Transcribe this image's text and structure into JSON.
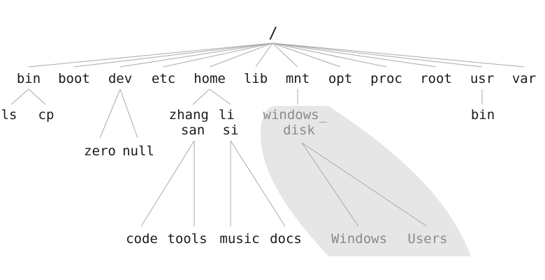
{
  "tree": {
    "root": {
      "label": "/"
    },
    "top_level": [
      {
        "key": "bin",
        "label": "bin"
      },
      {
        "key": "boot",
        "label": "boot"
      },
      {
        "key": "dev",
        "label": "dev"
      },
      {
        "key": "etc",
        "label": "etc"
      },
      {
        "key": "home",
        "label": "home"
      },
      {
        "key": "lib",
        "label": "lib"
      },
      {
        "key": "mnt",
        "label": "mnt"
      },
      {
        "key": "opt",
        "label": "opt"
      },
      {
        "key": "proc",
        "label": "proc"
      },
      {
        "key": "root",
        "label": "root"
      },
      {
        "key": "usr",
        "label": "usr"
      },
      {
        "key": "var",
        "label": "var"
      }
    ],
    "bin_children": [
      {
        "key": "ls",
        "label": "ls"
      },
      {
        "key": "cp",
        "label": "cp"
      }
    ],
    "dev_children": [
      {
        "key": "zero",
        "label": "zero"
      },
      {
        "key": "null",
        "label": "null"
      }
    ],
    "home_children": [
      {
        "key": "zhang_san",
        "lines": [
          "zhang",
          "san"
        ]
      },
      {
        "key": "li_si",
        "lines": [
          "li",
          "si"
        ]
      }
    ],
    "mnt_children": [
      {
        "key": "windows_disk",
        "lines": [
          "windows_",
          "disk"
        ]
      }
    ],
    "usr_children": [
      {
        "key": "usr_bin",
        "label": "bin"
      }
    ],
    "zhang_san_children": [
      {
        "key": "code",
        "label": "code"
      },
      {
        "key": "tools",
        "label": "tools"
      }
    ],
    "li_si_children": [
      {
        "key": "music",
        "label": "music"
      },
      {
        "key": "docs",
        "label": "docs"
      }
    ],
    "windows_disk_children": [
      {
        "key": "windows_dir",
        "label": "Windows"
      },
      {
        "key": "users_dir",
        "label": "Users"
      }
    ]
  },
  "colors": {
    "edge": "#a9a9a9",
    "text": "#1a1a1a",
    "mounted_text": "#8a8a8a",
    "mounted_region": "#e6e6e6"
  }
}
